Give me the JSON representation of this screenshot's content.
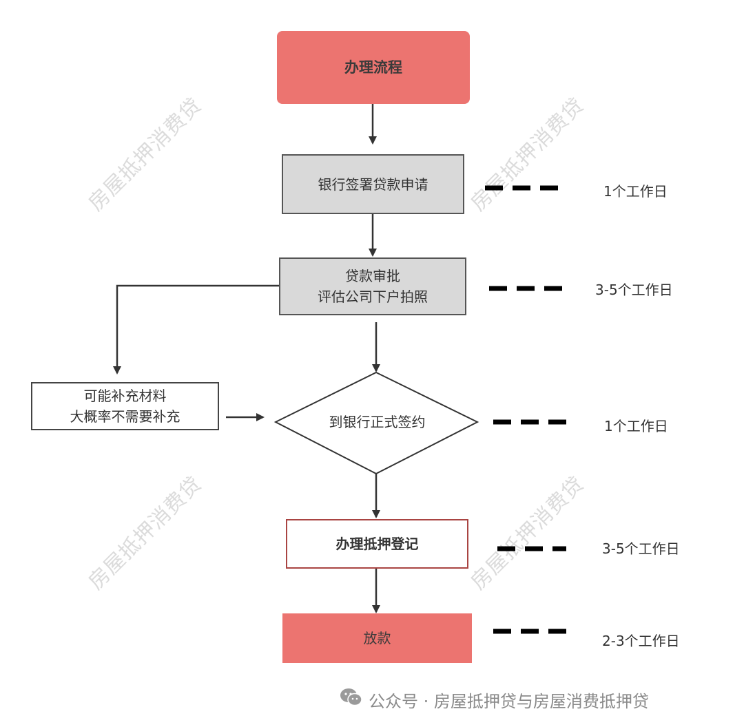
{
  "watermark": "房屋抵押消费贷",
  "flow": {
    "title": "办理流程",
    "step1": "银行签署贷款申请",
    "step2_line1": "贷款审批",
    "step2_line2": "评估公司下户拍照",
    "side_line1": "可能补充材料",
    "side_line2": "大概率不需要补充",
    "decision": "到银行正式签约",
    "register": "办理抵押登记",
    "disburse": "放款"
  },
  "durations": {
    "d1": "1个工作日",
    "d2": "3-5个工作日",
    "d3": "1个工作日",
    "d4": "3-5个工作日",
    "d5": "2-3个工作日"
  },
  "footer": {
    "icon": "wechat-icon",
    "text": "公众号 · 房屋抵押贷与房屋消费抵押贷"
  },
  "colors": {
    "accent": "#ec7470",
    "grey_box": "#d9d9d9",
    "register_border": "#a94442"
  }
}
